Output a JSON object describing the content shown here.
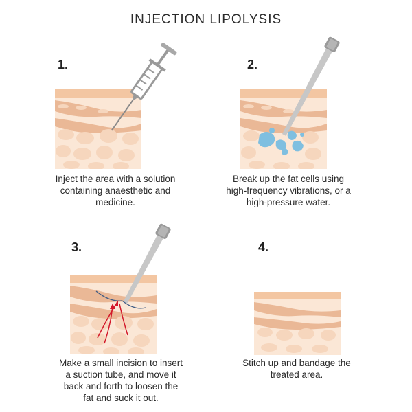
{
  "title": "INJECTION LIPOLYSIS",
  "steps": [
    {
      "number": "1.",
      "lines": [
        "Inject the area with a solution",
        "containing anaesthetic and",
        "medicine."
      ]
    },
    {
      "number": "2.",
      "lines": [
        "Break up the fat cells using",
        "high-frequency vibrations, or a",
        "high-pressure water."
      ]
    },
    {
      "number": "3.",
      "lines": [
        "Make a small incision to insert",
        "a suction tube, and move it",
        "back and forth to loosen the",
        "fat and suck it out."
      ]
    },
    {
      "number": "4.",
      "lines": [
        "Stitch up and bandage the",
        "treated area."
      ]
    }
  ],
  "colors": {
    "skin_top": "#f3c6a2",
    "skin_band": "#e7b590",
    "fat_bg": "#fbe7d6",
    "fat_cell": "#f6d6bd",
    "tool_gray": "#c7c7c7",
    "tool_dark": "#9a9a9a",
    "broken_cells": "#7fbfe0",
    "arrow_red": "#d3182a",
    "suture_blue": "#3d5b85"
  }
}
